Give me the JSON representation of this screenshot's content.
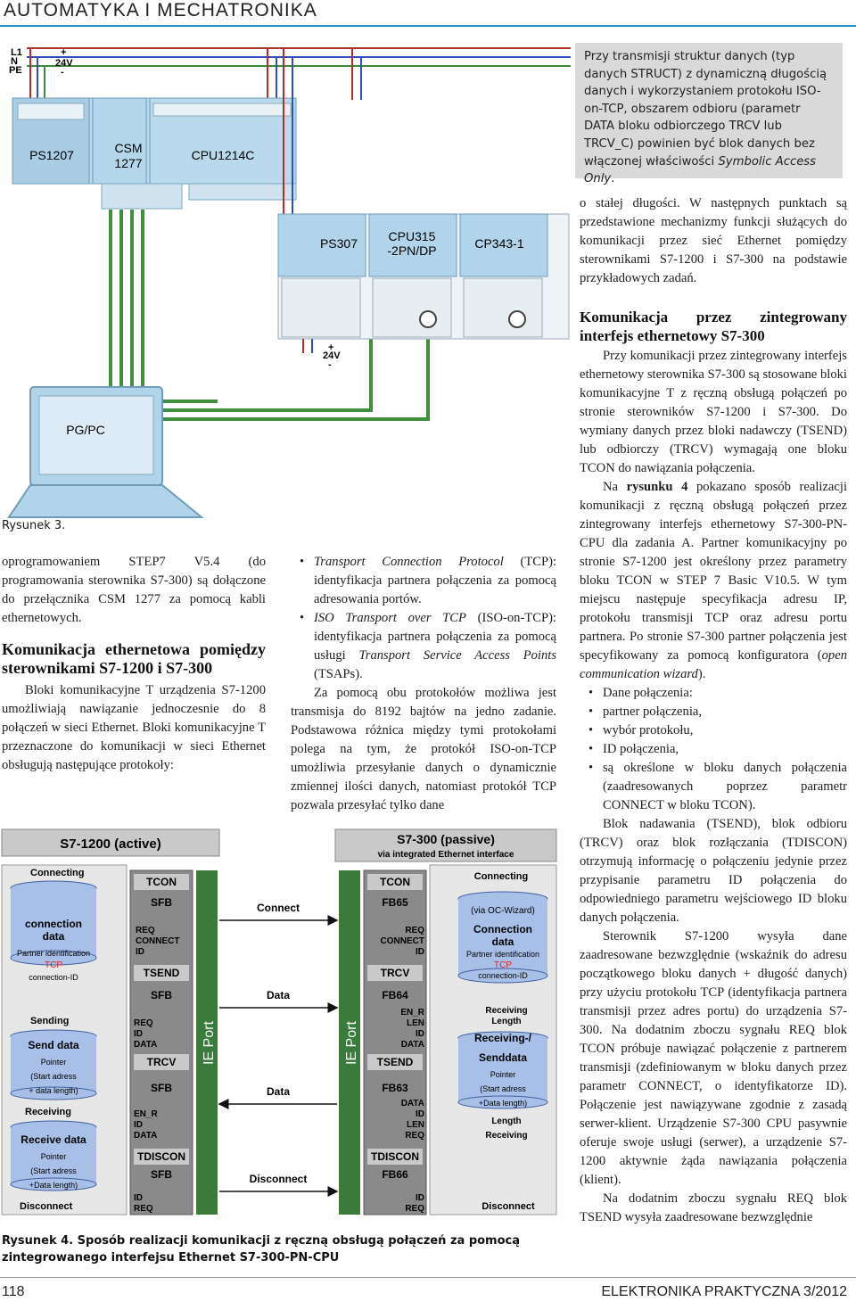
{
  "header": {
    "title": "AUTOMATYKA I MECHATRONIKA"
  },
  "infobox": {
    "text": "Przy transmisji struktur danych (typ danych STRUCT) z dynamiczną długością danych i wykorzystaniem protokołu ISO-on-TCP, obszarem odbioru (parametr DATA bloku odbiorczego TRCV lub TRCV_C) powinien być blok danych bez włączonej właściwości",
    "italic": "Symbolic Access Only",
    "end": "."
  },
  "fig3": {
    "caption": "Rysunek 3.",
    "power_labels": [
      "L1",
      "N",
      "PE"
    ],
    "supply_top": [
      "+",
      "24V",
      "-"
    ],
    "supply_bottom": [
      "+",
      "24V",
      "-"
    ],
    "modules_top": [
      "PS1207",
      "CSM\n1277",
      "CPU1214C"
    ],
    "modules_bottom": [
      "PS307",
      "CPU315\n-2PN/DP",
      "CP343-1"
    ],
    "pc_label": "PG/PC"
  },
  "right_top": "o stałej długości. W następnych punktach są przedstawione mechanizmy funkcji służących do komunikacji przez sieć Ethernet pomiędzy sterownikami S7-1200 i S7-300 na podstawie przykładowych zadań.",
  "col1": {
    "p1": "oprogramowaniem STEP7 V5.4 (do programowania sterownika S7-300) są dołączone do przełącznika CSM 1277 za pomocą kabli ethernetowych.",
    "heading": "Komunikacja ethernetowa pomiędzy sterownikami S7-1200 i S7-300",
    "p2": "Bloki komunikacyjne T urządzenia S7-1200 umożliwiają nawiązanie jednoczesnie do 8 połączeń w sieci Ethernet. Bloki komunikacyjne T przeznaczone do komunikacji w sieci Ethernet obsługują następujące protokoły:"
  },
  "col2": {
    "b1_it": "Transport Connection Protocol",
    "b1": " (TCP): identyfikacja partnera połączenia za pomocą adresowania portów.",
    "b2_it": "ISO Transport over TCP",
    "b2": " (ISO-on-TCP): identyfikacja partnera połączenia za pomocą usługi ",
    "b2_it2": "Transport Service Access Points",
    "b2_end": " (TSAPs).",
    "p": "Za pomocą obu protokołów możliwa jest transmisja do 8192 bajtów na jedno zadanie. Podstawowa różnica między tymi protokołami polega na tym, że protokół ISO-on-TCP umożliwia przesyłanie danych o dynamicznie zmiennej ilości danych, natomiast protokół TCP pozwala przesyłać tylko dane"
  },
  "col3": {
    "heading": "Komunikacja przez zintegrowany interfejs ethernetowy S7-300",
    "p1": "Przy komunikacji przez zintegrowany interfejs ethernetowy sterownika S7-300 są stosowane bloki komunikacyjne T z ręczną obsługą połączeń po stronie sterowników S7-1200 i S7-300. Do wymiany danych przez bloki nadawczy (TSEND) lub odbiorczy (TRCV) wymagają one bloku TCON do nawiązania połączenia.",
    "p2a": "Na ",
    "p2b": "rysunku 4",
    "p2c": " pokazano sposób realizacji komunikacji z ręczną obsługą połączeń przez zintegrowany interfejs ethernetowy S7-300-PN-CPU dla zadania A. Partner komunikacyjny po stronie S7-1200 jest określony przez parametry bloku TCON w STEP 7 Basic V10.5. W tym miejscu następuje specyfikacja adresu IP, protokołu transmisji TCP oraz adresu portu partnera. Po stronie S7-300 partner połączenia jest specyfikowany za pomocą konfiguratora (",
    "p2d": "open communication wizard",
    "p2e": ").",
    "bullets": [
      "Dane połączenia:",
      "partner połączenia,",
      "wybór protokołu,",
      "ID połączenia,",
      "są określone w bloku danych połączenia (zaadresowanych poprzez parametr CONNECT w bloku TCON)."
    ],
    "p3": "Blok nadawania (TSEND), blok odbioru (TRCV) oraz blok rozłączania (TDISCON) otrzymują informację o połączeniu jedynie przez przypisanie parametru ID połączenia do odpowiedniego parametru wejściowego ID bloku danych połączenia.",
    "p4": "Sterownik S7-1200 wysyła dane zaadresowane bezwzględnie (wskaźnik do adresu początkowego bloku danych + długość danych) przy użyciu protokołu TCP (identyfikacja partnera transmisji przez adres portu) do urządzenia S7-300. Na dodatnim zboczu sygnału REQ blok TCON próbuje nawiązać połączenie z partnerem transmisji (zdefiniowanym w bloku danych przez parametr CONNECT, o identyfikatorze ID). Połączenie jest nawiązywane zgodnie z zasadą serwer-klient. Urządzenie S7-300 CPU pasywnie oferuje swoje usługi (serwer), a urządzenie S7-1200 aktywnie żąda nawiązania połączenia (klient).",
    "p5": "Na dodatnim zboczu sygnału REQ blok TSEND wysyła zaadresowane bezwzględnie"
  },
  "fig4": {
    "caption_bold": "Rysunek 4. Sposób realizacji komunikacji z ręczną obsługą połączeń za pomocą zintegrowanego interfejsu Ethernet S7-300-PN-CPU",
    "left_title": "S7-1200  (active)",
    "right_title": "S7-300 (passive)",
    "right_sub": "via  integrated Ethernet interface",
    "ie_port": "IE Port",
    "l_connecting": "Connecting",
    "l_conn_data": "connection\ndata",
    "l_partner": "Partner identification",
    "tcp": "TCP",
    "connid": "connection-ID",
    "l_sending": "Sending",
    "send_data": "Send data",
    "pointer": "Pointer",
    "start_adress": "(Start adress",
    "data_length": "+ data length)",
    "data_length2": "+Data length)",
    "l_receiving": "Receiving",
    "receive_data": "Receive data",
    "disconnect": "Disconnect",
    "tcon": "TCON",
    "sfb": "SFB",
    "tsend": "TSEND",
    "trcv": "TRCV",
    "tdiscon": "TDISCON",
    "req": "REQ",
    "connect": "CONNECT",
    "id": "ID",
    "data": "DATA",
    "en_r": "EN_R",
    "len": "LEN",
    "mid_connect": "Connect",
    "mid_data1": "Data",
    "mid_data2": "Data",
    "mid_disconnect": "Disconnect",
    "fb65": "FB65",
    "fb64": "FB64",
    "fb63": "FB63",
    "fb66": "FB66",
    "via_oc": "(via OC-Wizard)",
    "r_conn_data": "Connection\ndata",
    "r_receiving_length": "Receiving\nLength",
    "r_rs": "Receiving-/\nSenddata",
    "r_length": "Length",
    "r_receiving": "Receiving"
  },
  "footer": {
    "page": "118",
    "journal": "ELEKTRONIKA PRAKTYCZNA 3/2012"
  }
}
